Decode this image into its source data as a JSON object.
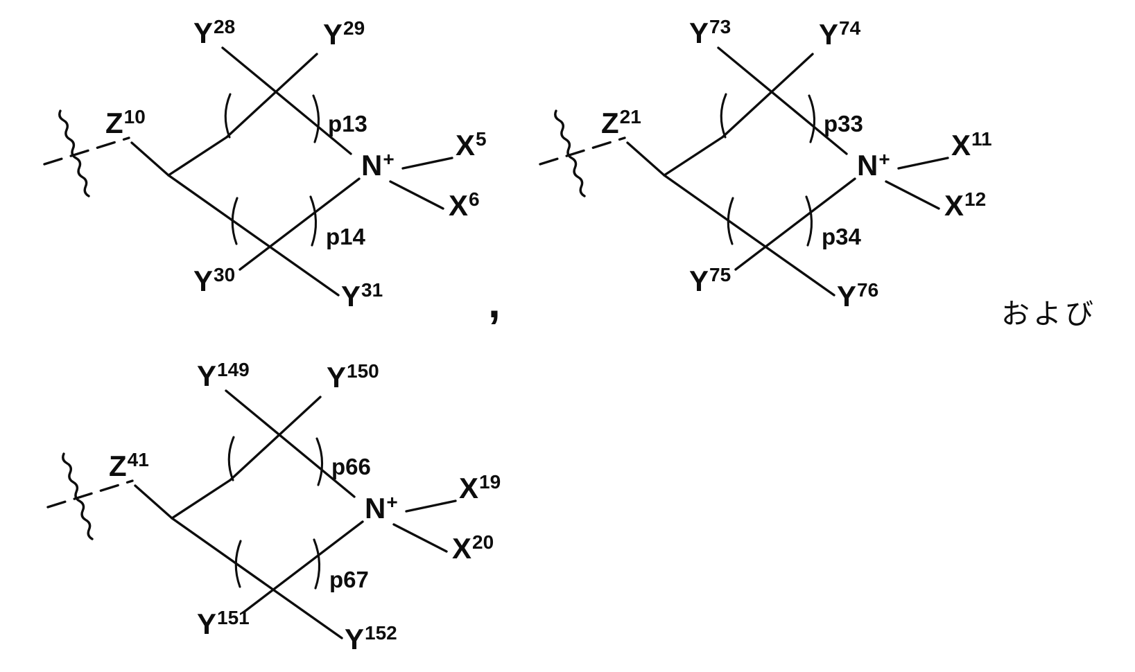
{
  "document": {
    "type": "patent-chemical-formula-figure",
    "background_color": "#ffffff",
    "ink_color": "#0d0d0d",
    "separator_comma": ",",
    "conjunction_text": "および"
  },
  "structures": [
    {
      "name": "cyclic-ammonium-unit-1",
      "z": {
        "base": "Z",
        "sup": "10"
      },
      "y_top_left": {
        "base": "Y",
        "sup": "28"
      },
      "y_top_right": {
        "base": "Y",
        "sup": "29"
      },
      "y_bottom_left": {
        "base": "Y",
        "sup": "30"
      },
      "y_bottom_right": {
        "base": "Y",
        "sup": "31"
      },
      "nitrogen": {
        "base": "N",
        "sup": "+"
      },
      "x_top": {
        "base": "X",
        "sup": "5"
      },
      "x_bottom": {
        "base": "X",
        "sup": "6"
      },
      "repeat_top": "p13",
      "repeat_bottom": "p14"
    },
    {
      "name": "cyclic-ammonium-unit-2",
      "z": {
        "base": "Z",
        "sup": "21"
      },
      "y_top_left": {
        "base": "Y",
        "sup": "73"
      },
      "y_top_right": {
        "base": "Y",
        "sup": "74"
      },
      "y_bottom_left": {
        "base": "Y",
        "sup": "75"
      },
      "y_bottom_right": {
        "base": "Y",
        "sup": "76"
      },
      "nitrogen": {
        "base": "N",
        "sup": "+"
      },
      "x_top": {
        "base": "X",
        "sup": "11"
      },
      "x_bottom": {
        "base": "X",
        "sup": "12"
      },
      "repeat_top": "p33",
      "repeat_bottom": "p34"
    },
    {
      "name": "cyclic-ammonium-unit-3",
      "z": {
        "base": "Z",
        "sup": "41"
      },
      "y_top_left": {
        "base": "Y",
        "sup": "149"
      },
      "y_top_right": {
        "base": "Y",
        "sup": "150"
      },
      "y_bottom_left": {
        "base": "Y",
        "sup": "151"
      },
      "y_bottom_right": {
        "base": "Y",
        "sup": "152"
      },
      "nitrogen": {
        "base": "N",
        "sup": "+"
      },
      "x_top": {
        "base": "X",
        "sup": "19"
      },
      "x_bottom": {
        "base": "X",
        "sup": "20"
      },
      "repeat_top": "p66",
      "repeat_bottom": "p67"
    }
  ]
}
